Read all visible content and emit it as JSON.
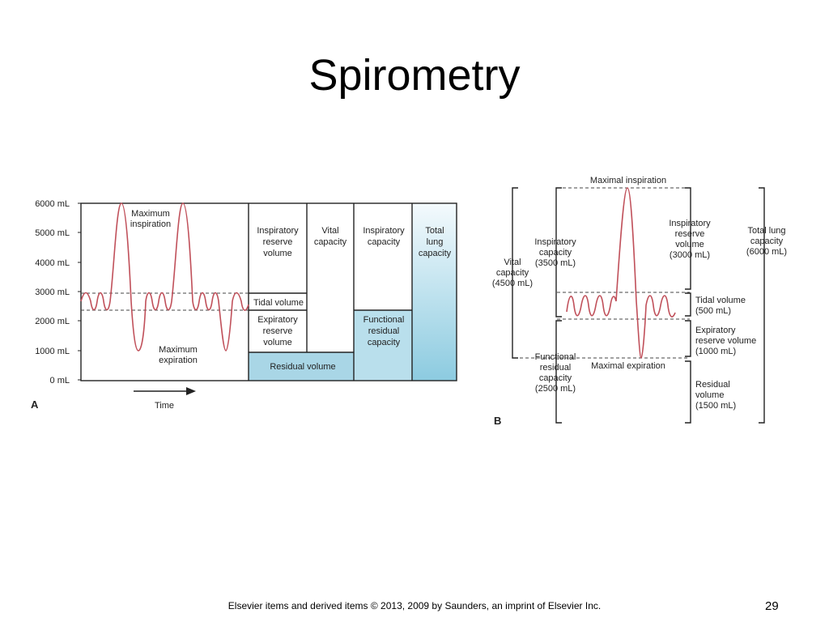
{
  "title": "Spirometry",
  "footer": "Elsevier items and derived items © 2013, 2009 by Saunders, an imprint of Elsevier Inc.",
  "page_number": "29",
  "colors": {
    "trace": "#c0505a",
    "fill_dark": "#9ccfe0",
    "fill_light": "#e6f2f8",
    "ink": "#222222"
  },
  "panel_a": {
    "letter": "A",
    "y_ticks": [
      "6000 mL",
      "5000 mL",
      "4000 mL",
      "3000 mL",
      "2000 mL",
      "1000 mL",
      "0 mL"
    ],
    "trace_labels": {
      "max_inspiration": [
        "Maximum",
        "inspiration"
      ],
      "max_expiration": [
        "Maximum",
        "expiration"
      ]
    },
    "time_label": "Time",
    "boxes": {
      "irv": [
        "Inspiratory",
        "reserve",
        "volume"
      ],
      "tidal": "Tidal volume",
      "erv": [
        "Expiratory",
        "reserve",
        "volume"
      ],
      "residual": "Residual volume",
      "vital": [
        "Vital",
        "capacity"
      ],
      "ic": [
        "Inspiratory",
        "capacity"
      ],
      "frc": [
        "Functional",
        "residual",
        "capacity"
      ],
      "tlc": [
        "Total",
        "lung",
        "capacity"
      ]
    }
  },
  "panel_b": {
    "letter": "B",
    "maximal_inspiration": "Maximal inspiration",
    "maximal_expiration": "Maximal expiration",
    "vital_capacity": [
      "Vital",
      "capacity",
      "(4500 mL)"
    ],
    "inspiratory_capacity": [
      "Inspiratory",
      "capacity",
      "(3500 mL)"
    ],
    "functional_residual_capacity": [
      "Functional",
      "residual",
      "capacity",
      "(2500 mL)"
    ],
    "inspiratory_reserve_volume": [
      "Inspiratory",
      "reserve",
      "volume",
      "(3000 mL)"
    ],
    "tidal_volume": [
      "Tidal volume",
      "(500 mL)"
    ],
    "expiratory_reserve_volume": [
      "Expiratory",
      "reserve volume",
      "(1000 mL)"
    ],
    "residual_volume": [
      "Residual",
      "volume",
      "(1500 mL)"
    ],
    "total_lung_capacity": [
      "Total lung",
      "capacity",
      "(6000 mL)"
    ]
  }
}
